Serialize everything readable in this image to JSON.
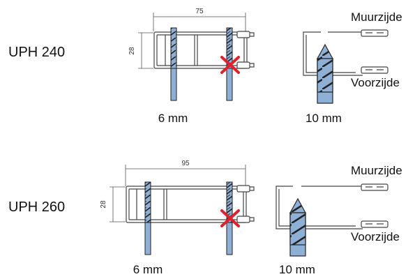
{
  "rows": [
    {
      "product": "UPH 240",
      "width_dim": "75",
      "height_dim": "28",
      "screw_left": "6 mm",
      "screw_right": "10 mm",
      "wall_side": "Muurzijde",
      "front_side": "Voorzijde"
    },
    {
      "product": "UPH 260",
      "width_dim": "95",
      "height_dim": "28",
      "screw_left": "6 mm",
      "screw_right": "10 mm",
      "wall_side": "Muurzijde",
      "front_side": "Voorzijde"
    }
  ],
  "colors": {
    "screw_fill": "#8fb0d6",
    "cross": "#e0202a",
    "profile_stroke": "#444444"
  }
}
